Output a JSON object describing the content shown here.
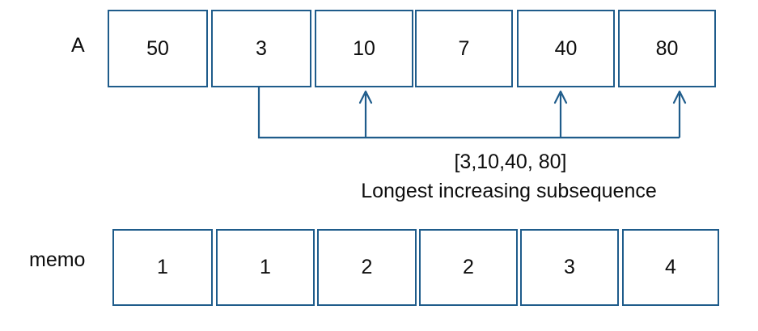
{
  "diagram": {
    "title_hidden": "",
    "colors": {
      "box_border": "#1f5c8b",
      "connector": "#1f5c8b",
      "text": "#0d0d0d",
      "background": "#ffffff"
    },
    "rows": [
      {
        "name": "array-a",
        "label": "A",
        "cells": [
          {
            "value": "50",
            "index": 0
          },
          {
            "value": "3",
            "index": 1
          },
          {
            "value": "10",
            "index": 2
          },
          {
            "value": "7",
            "index": 3
          },
          {
            "value": "40",
            "index": 4
          },
          {
            "value": "80",
            "index": 5
          }
        ]
      },
      {
        "name": "array-memo",
        "label": "memo",
        "cells": [
          {
            "value": "1",
            "index": 0
          },
          {
            "value": "1",
            "index": 1
          },
          {
            "value": "2",
            "index": 2
          },
          {
            "value": "2",
            "index": 3
          },
          {
            "value": "3",
            "index": 4
          },
          {
            "value": "4",
            "index": 5
          }
        ]
      }
    ],
    "captions": {
      "sequence": "[3,10,40, 80]",
      "description": "Longest increasing subsequence"
    },
    "connector": {
      "source_cell_value": "3",
      "target_cell_values": [
        "10",
        "40",
        "80"
      ]
    }
  }
}
